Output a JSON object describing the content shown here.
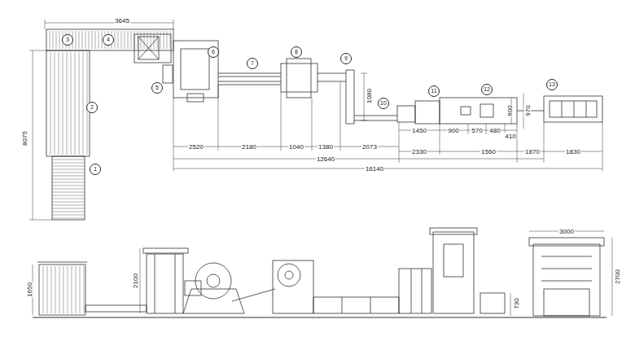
{
  "diagram": {
    "labels": [
      "3645",
      "8075",
      "1",
      "2",
      "3",
      "4",
      "5",
      "6",
      "7",
      "8",
      "9",
      "10",
      "11",
      "12",
      "13",
      "2520",
      "2180",
      "1040",
      "1380",
      "2073",
      "1450",
      "900",
      "570",
      "480",
      "410",
      "2330",
      "1560",
      "1870",
      "1830",
      "12640",
      "16140",
      "1080",
      "600",
      "970",
      "1650",
      "2100",
      "730",
      "3000",
      "2700"
    ]
  }
}
